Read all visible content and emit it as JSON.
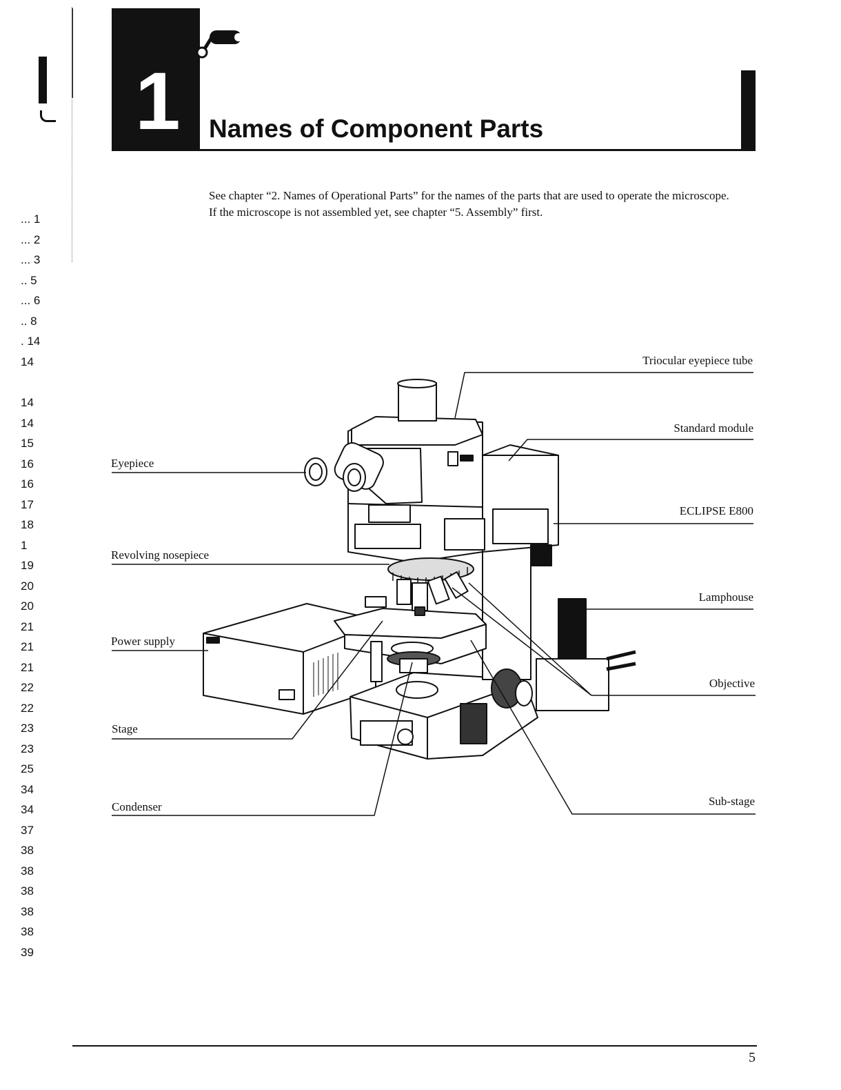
{
  "chapter": {
    "number": "1",
    "title": "Names of Component Parts"
  },
  "intro": {
    "line1": "See chapter “2. Names of Operational Parts” for the names of the parts that are used to operate the microscope.",
    "line2": "If the microscope is not assembled yet, see chapter “5. Assembly” first."
  },
  "margin_numbers": [
    "... 1",
    "... 2",
    "... 3",
    ".. 5",
    "... 6",
    ".. 8",
    ". 14",
    "14",
    "14",
    "14",
    "15",
    "16",
    "16",
    "17",
    "18",
    "1",
    "19",
    "20",
    "20",
    "21",
    "21",
    "21",
    "22",
    "22",
    "23",
    "23",
    "25",
    "34",
    "34",
    "37",
    "38",
    "38",
    "38",
    "38",
    "38",
    "39"
  ],
  "callouts": {
    "triocular_eyepiece_tube": "Triocular eyepiece tube",
    "standard_module": "Standard module",
    "eclipse": "ECLIPSE E800",
    "lamphouse": "Lamphouse",
    "objective": "Objective",
    "sub_stage": "Sub-stage",
    "eyepiece": "Eyepiece",
    "revolving_nosepiece": "Revolving nosepiece",
    "power_supply": "Power supply",
    "stage": "Stage",
    "condenser": "Condenser"
  },
  "page_number": "5"
}
